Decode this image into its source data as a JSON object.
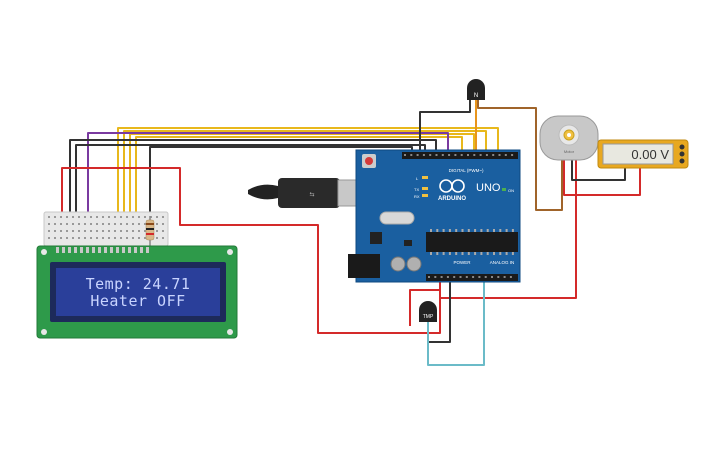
{
  "lcd": {
    "line1": "Temp:  24.71",
    "line2": "Heater OFF"
  },
  "arduino": {
    "model": "UNO",
    "brand": "ARDUINO",
    "digital_label": "DIGITAL (PWM~)",
    "power_label": "POWER",
    "analog_label": "ANALOG IN",
    "on_label": "ON",
    "tx_label": "TX",
    "rx_label": "RX",
    "l_label": "L"
  },
  "transistor": {
    "label": "N"
  },
  "sensor": {
    "label": "TMP"
  },
  "motor": {
    "label": "Motor"
  },
  "multimeter": {
    "reading": "0.00 V"
  },
  "colors": {
    "board": "#1a5fa0",
    "red_wire": "#d42a2a",
    "yellow_wire": "#e8b81c",
    "black_wire": "#333333",
    "purple_wire": "#7a3aa0",
    "brown_wire": "#a0642a",
    "teal_wire": "#6bbbc8",
    "lcd_pcb": "#2e9a4a",
    "lcd_screen": "#2a3f9a"
  }
}
